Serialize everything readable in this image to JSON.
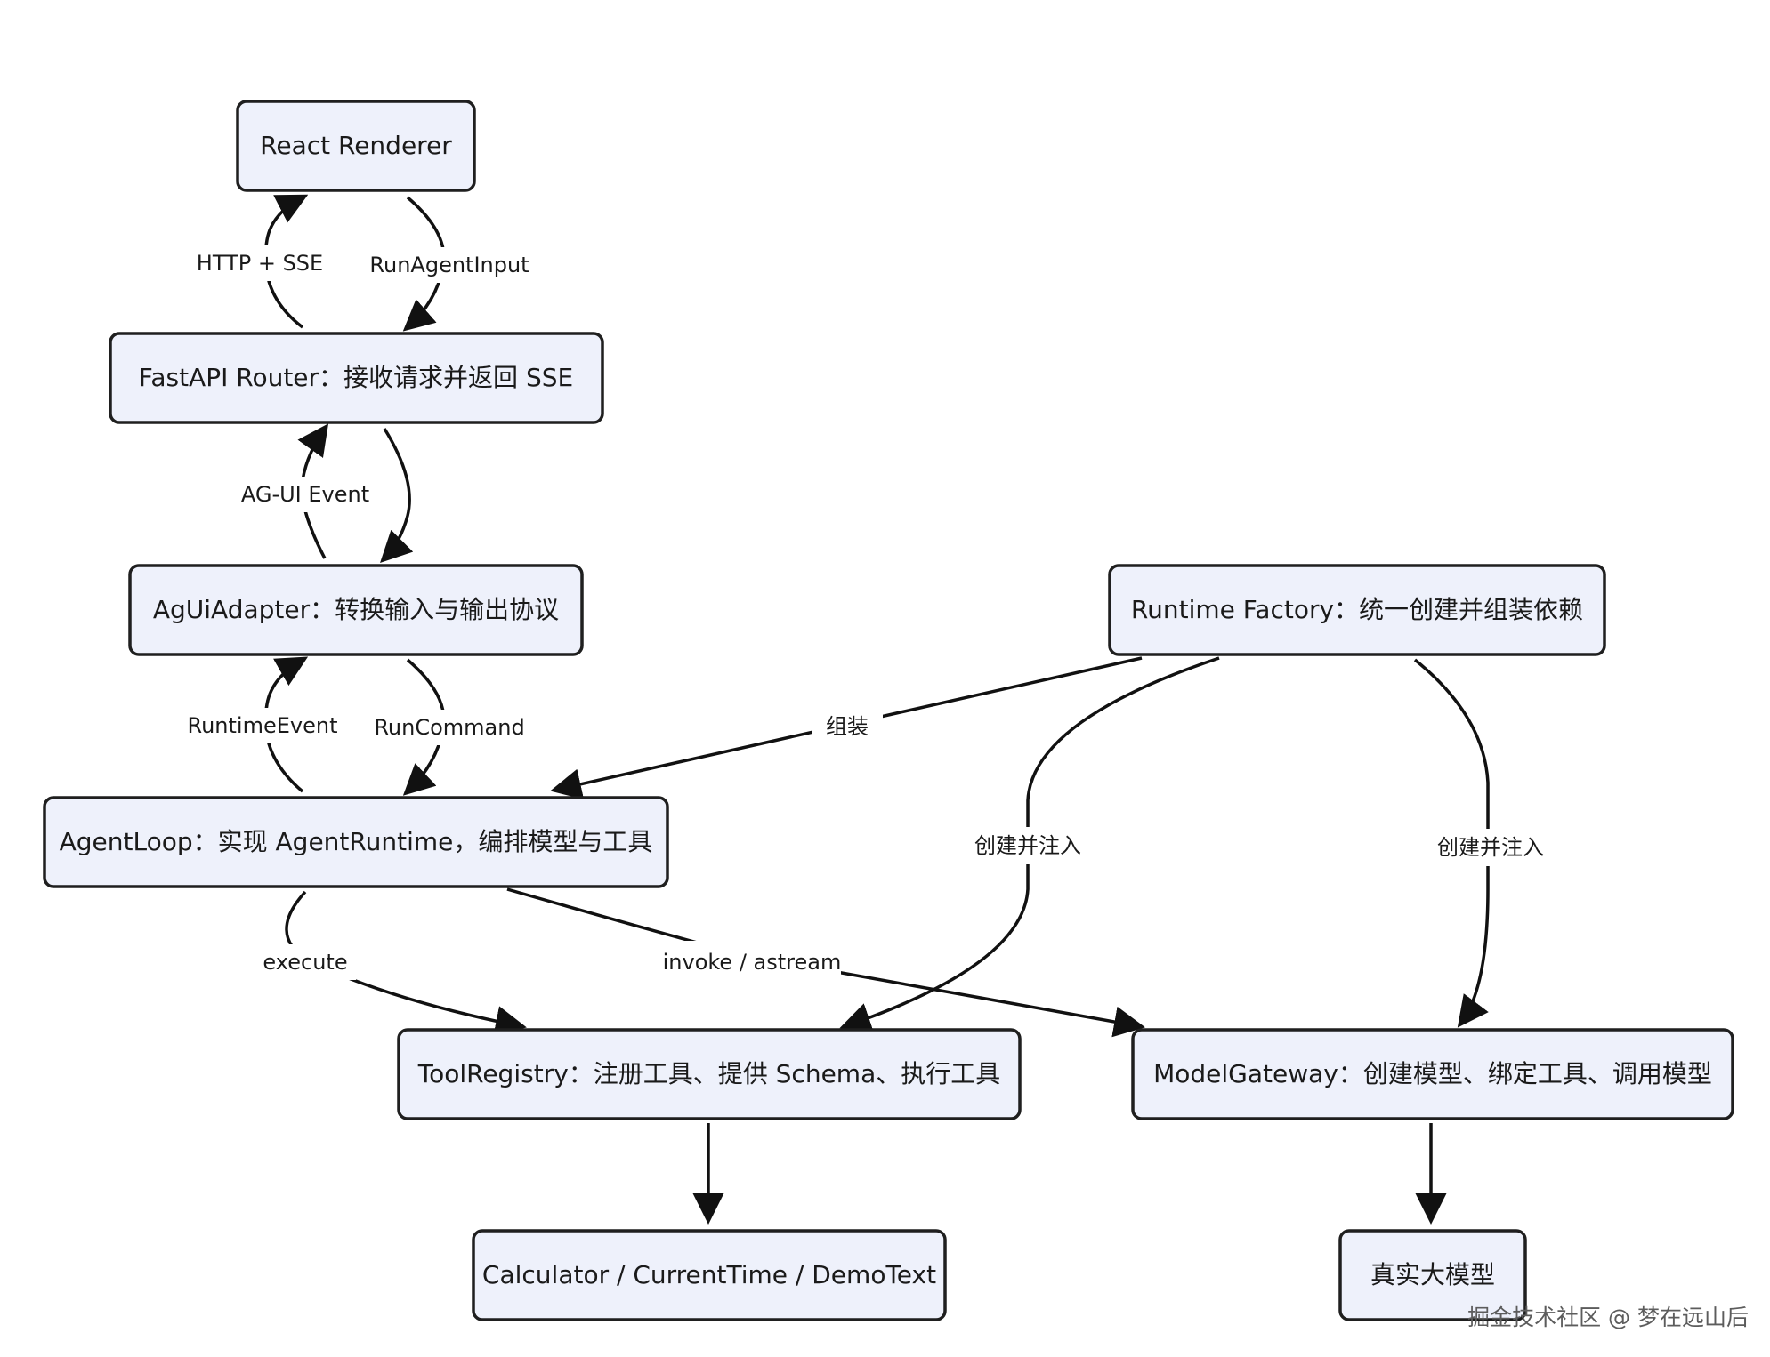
{
  "nodes": {
    "react_renderer": "React Renderer",
    "fastapi_router": "FastAPI Router：接收请求并返回 SSE",
    "agui_adapter": "AgUiAdapter：转换输入与输出协议",
    "runtime_factory": "Runtime Factory：统一创建并组装依赖",
    "agent_loop": "AgentLoop：实现 AgentRuntime，编排模型与工具",
    "tool_registry": "ToolRegistry：注册工具、提供 Schema、执行工具",
    "model_gateway": "ModelGateway：创建模型、绑定工具、调用模型",
    "tools": "Calculator / CurrentTime / DemoText",
    "real_model": "真实大模型"
  },
  "edges": {
    "http_sse": "HTTP + SSE",
    "run_agent_input": "RunAgentInput",
    "ag_ui_event": "AG-UI Event",
    "runtime_event": "RuntimeEvent",
    "run_command": "RunCommand",
    "assemble": "组装",
    "create_inject_tool": "创建并注入",
    "create_inject_model": "创建并注入",
    "execute": "execute",
    "invoke_astream": "invoke / astream"
  },
  "watermark": "掘金技术社区 @ 梦在远山后"
}
